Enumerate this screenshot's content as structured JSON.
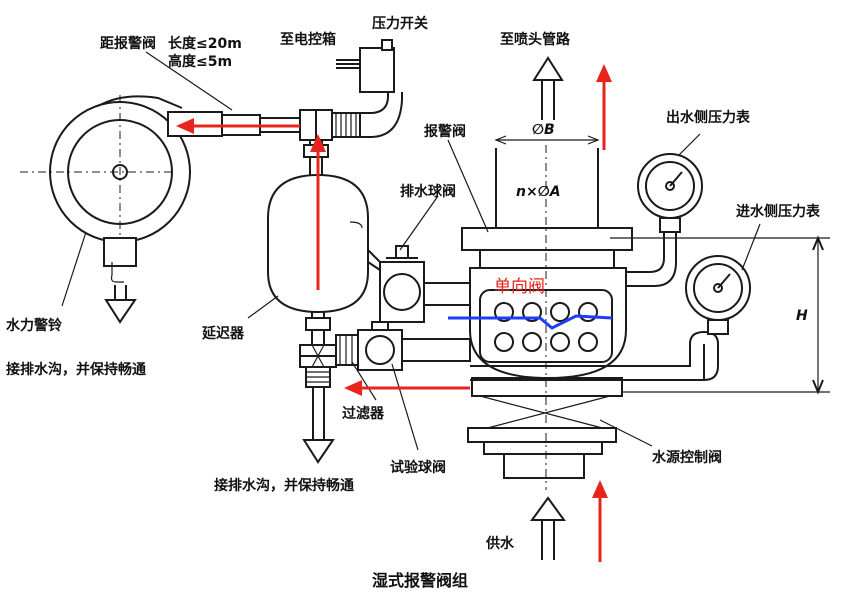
{
  "labels": {
    "distance_to_alarm_valve": "距报警阀",
    "length_limit": "长度≤20m",
    "height_limit": "高度≤5m",
    "to_control_box": "至电控箱",
    "pressure_switch": "压力开关",
    "to_sprinkler_pipe": "至喷头管路",
    "alarm_valve": "报警阀",
    "dim_b": "∅B",
    "dim_na": "n×∅A",
    "outlet_gauge": "出水侧压力表",
    "inlet_gauge": "进水侧压力表",
    "dim_h": "H",
    "drain_ball_valve": "排水球阀",
    "water_gong": "水力警铃",
    "delay_chamber": "延迟器",
    "drain_left": "接排水沟，并保持畅通",
    "drain_bottom": "接排水沟，并保持畅通",
    "filter": "过滤器",
    "test_ball_valve": "试验球阀",
    "water_source_valve": "水源控制阀",
    "water_supply": "供水",
    "check_valve_annotation": "单向阀"
  },
  "caption": "湿式报警阀组",
  "colors": {
    "line": "#1a1a1a",
    "annotation_red": "#e8241c",
    "annotation_blue": "#1e3cff"
  },
  "icons": {
    "flow_arrow": "arrow-icon",
    "gauge": "pressure-gauge-icon",
    "bell": "water-gong-icon"
  }
}
